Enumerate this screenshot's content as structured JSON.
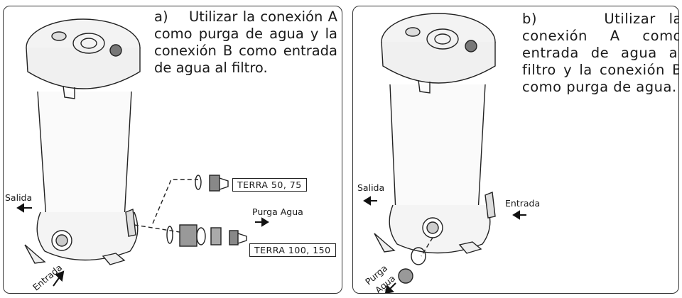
{
  "panel_a": {
    "caption": "a) Utilizar la conexión A como purga de agua y la conexión B como entrada de agua al filtro.",
    "caption_letter": "a)",
    "caption_rest": "Utilizar la conexión A como purga de agua y la conexión B como entrada de agua al filtro.",
    "label_salida": "Salida",
    "label_entrada": "Entrada",
    "label_purga": "Purga Agua",
    "model_small": "TERRA 50, 75",
    "model_large": "TERRA 100, 150"
  },
  "panel_b": {
    "caption_letter": "b)",
    "caption_rest": "Utilizar la conexión A como entrada de agua al filtro y la conexión B como purga de agua.",
    "label_salida": "Salida",
    "label_entrada": "Entrada",
    "label_purga_1": "Purga",
    "label_purga_2": "Agua"
  }
}
